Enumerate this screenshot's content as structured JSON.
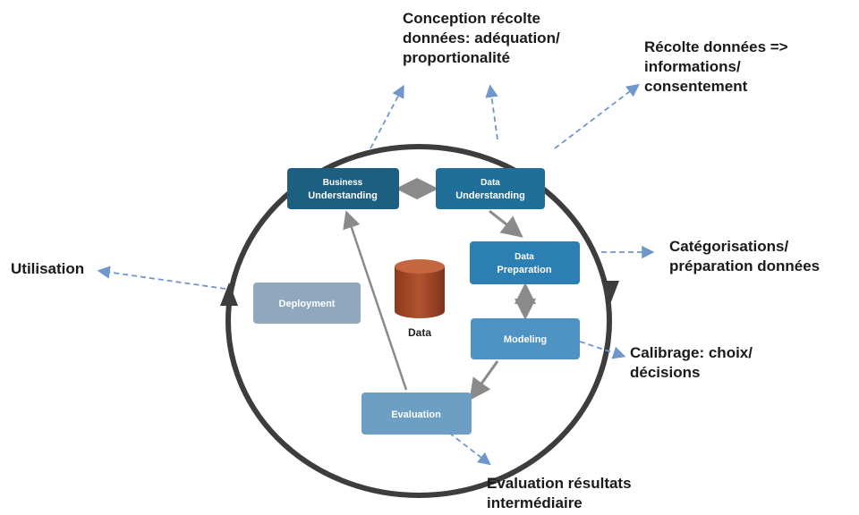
{
  "phases": {
    "business_understanding": [
      "Business",
      "Understanding"
    ],
    "data_understanding": [
      "Data",
      "Understanding"
    ],
    "data_preparation": [
      "Data",
      "Preparation"
    ],
    "modeling": [
      "Modeling"
    ],
    "evaluation": [
      "Evaluation"
    ],
    "deployment": [
      "Deployment"
    ]
  },
  "center": {
    "label": "Data"
  },
  "annotations": {
    "conception": [
      "Conception récolte",
      "données: adéquation/",
      "proportionalité"
    ],
    "recolte": [
      "Récolte données =>",
      "informations/",
      "consentement"
    ],
    "categorisations": [
      "Catégorisations/",
      "préparation données"
    ],
    "calibrage": [
      "Calibrage: choix/",
      "décisions"
    ],
    "evaluation_resultats": [
      "Evaluation résultats",
      "intermédiaire"
    ],
    "utilisation": [
      "Utilisation"
    ]
  },
  "colors": {
    "business": "#1d5f80",
    "data_understanding": "#1f6f99",
    "data_preparation": "#2b7fb3",
    "modeling": "#4d93c4",
    "evaluation": "#6d9fc4",
    "deployment": "#8fa8bd",
    "cylinder_body": "#a84a28",
    "cylinder_top": "#c4663f",
    "cycle_ring": "#3d3d3d",
    "dashed_arrow": "#6f97cc",
    "internal_arrow": "#8a8a8a"
  }
}
